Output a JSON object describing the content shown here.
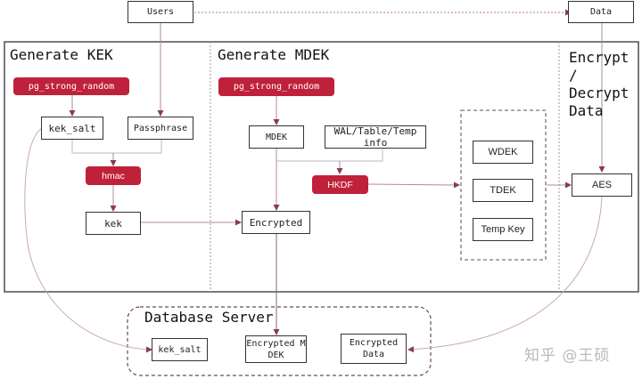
{
  "diagram": {
    "nodes": {
      "users": "Users",
      "data": "Data",
      "kek_pg_random": "pg_strong_random",
      "kek_salt": "kek_salt",
      "passphrase": "Passphrase",
      "hmac": "hmac",
      "kek": "kek",
      "mdek_pg_random": "pg_strong_random",
      "mdek": "MDEK",
      "wal_info": "WAL/Table/Temp info",
      "hkdf": "HKDF",
      "encrypted": "Encrypted",
      "wdek": "WDEK",
      "tdek": "TDEK",
      "temp_key": "Temp Key",
      "aes": "AES",
      "db_kek_salt": "kek_salt",
      "db_encrypted_mdek": "Encrypted MDEK",
      "db_encrypted_data": "Encrypted Data"
    },
    "sections": {
      "generate_kek": "Generate KEK",
      "generate_mdek": "Generate MDEK",
      "encrypt_decrypt": "Encrypt / Decrypt Data",
      "database_server": "Database Server"
    },
    "colors": {
      "accent": "#c0213a",
      "arrow": "#8a4a5e",
      "border": "#333333"
    }
  },
  "watermark": "知乎 @王硕"
}
